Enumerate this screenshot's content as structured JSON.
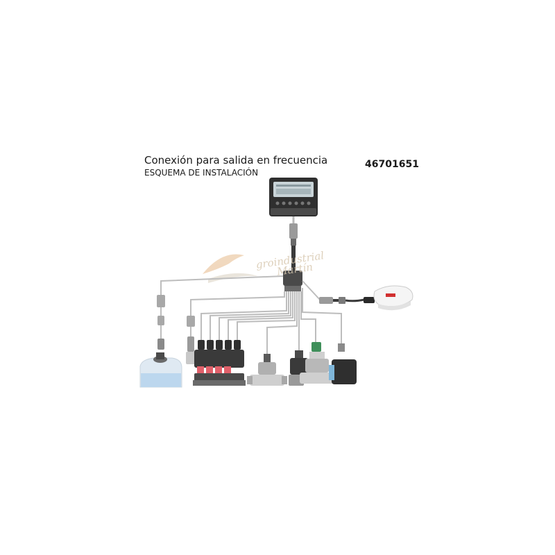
{
  "header": {
    "title": "Conexión para salida en frecuencia",
    "subtitle": "ESQUEMA DE INSTALACIÓN",
    "code": "46701651"
  },
  "watermark": {
    "line1": "groindustrial",
    "line2": "Martín"
  },
  "colors": {
    "cable": "#b8b8b8",
    "device_body": "#3a3a3a",
    "screen": "#c9d4d8",
    "valve_red": "#e0606a",
    "tank_water": "#cfe3f3",
    "green_cap": "#3f8f5a",
    "blue_band": "#7fb6d9",
    "watermark": "#d8c8b0"
  }
}
